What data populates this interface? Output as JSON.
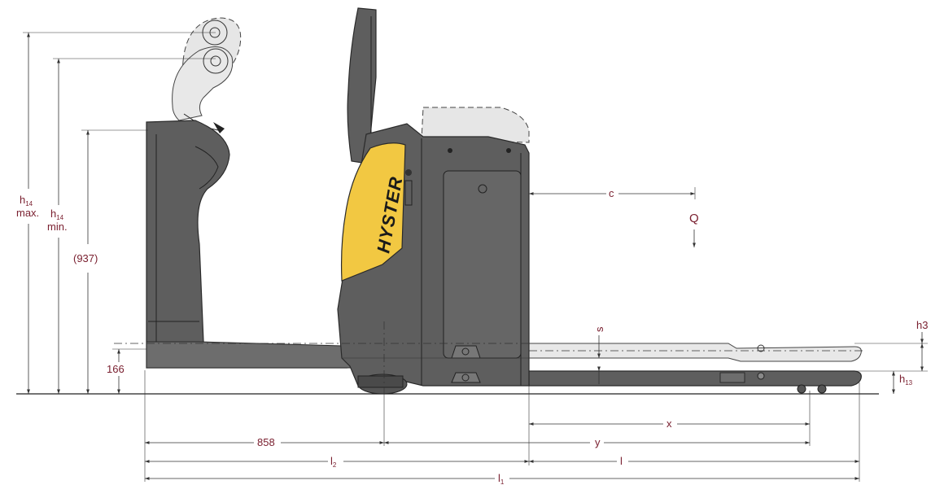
{
  "brand": "HYSTER",
  "load_label": "Q",
  "dimensions": {
    "h14_max": {
      "main": "h",
      "sub": "14",
      "suffix": "max."
    },
    "h14_min": {
      "main": "h",
      "sub": "14",
      "suffix": "min."
    },
    "platform_height": "(937)",
    "fork_height": "166",
    "wheelbase_part": "858",
    "c": "c",
    "s": "s",
    "h3": "h3",
    "h13": {
      "main": "h",
      "sub": "13"
    },
    "x": "x",
    "y": "y",
    "l2": {
      "main": "l",
      "sub": "2"
    },
    "l": "l",
    "l1": {
      "main": "l",
      "sub": "1"
    }
  }
}
